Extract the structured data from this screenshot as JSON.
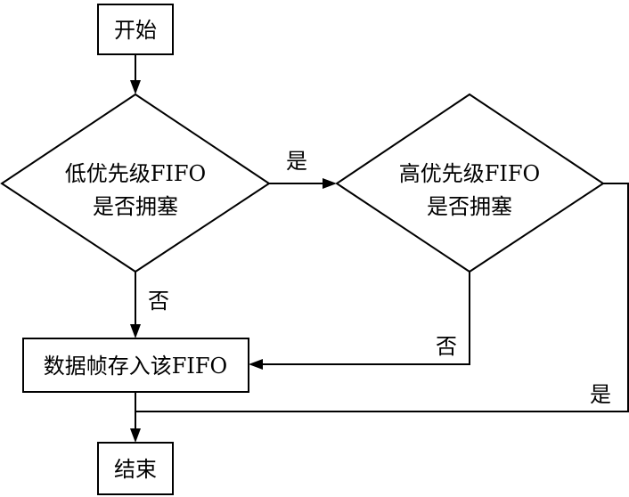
{
  "nodes": {
    "start": "开始",
    "decision_low": {
      "line1": "低优先级FIFO",
      "line2": "是否拥塞"
    },
    "decision_high": {
      "line1": "高优先级FIFO",
      "line2": "是否拥塞"
    },
    "store": "数据帧存入该FIFO",
    "end": "结束"
  },
  "edges": {
    "low_yes": "是",
    "low_no": "否",
    "high_no": "否",
    "high_yes": "是"
  }
}
